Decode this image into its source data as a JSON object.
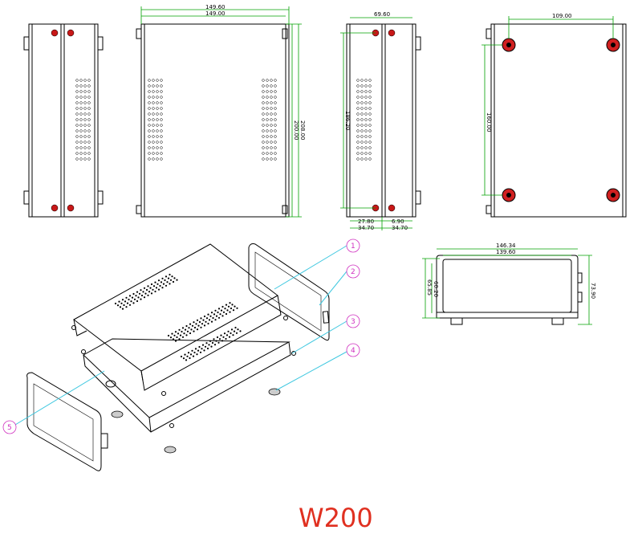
{
  "dimensions": {
    "front_width_outer": "149.60",
    "front_width_inner": "149.00",
    "front_height_a": "200.00",
    "front_height_b": "208.00",
    "side_width": "69.60",
    "side_height": "186.20",
    "side_bottom_left": "27.80",
    "side_bottom_right": "6.90",
    "side_bottom_left2": "34.70",
    "side_bottom_right2": "34.70",
    "bottom_width": "109.00",
    "bottom_height": "160.00",
    "end_width_outer": "146.34",
    "end_width_inner": "139.60",
    "end_height_a": "65.85",
    "end_height_b": "60.20",
    "end_height_total": "73.90"
  },
  "parts": [
    "1",
    "2",
    "3",
    "4",
    "5"
  ],
  "model": "W200"
}
